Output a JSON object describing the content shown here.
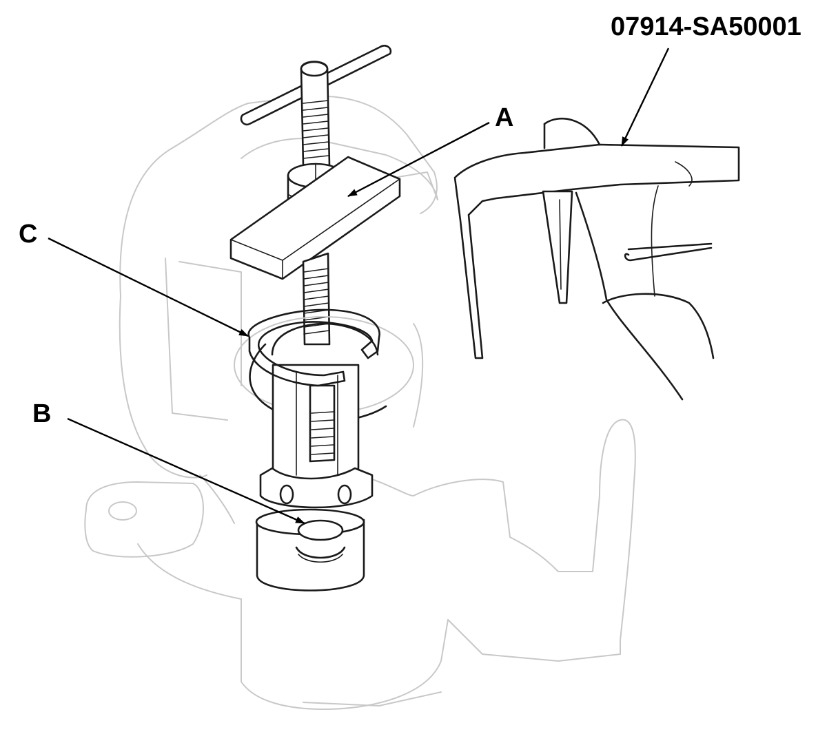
{
  "callouts": {
    "part_number": "07914-SA50001",
    "a": "A",
    "b": "B",
    "c": "C"
  },
  "colors": {
    "ink": "#1a1a1a",
    "ghost": "#c8c8c8",
    "background": "#ffffff"
  }
}
